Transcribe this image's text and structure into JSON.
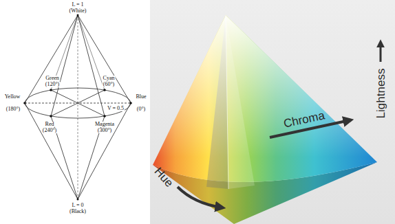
{
  "diagram": {
    "labels": [
      "L = 1",
      "(White)",
      "Green",
      "(120°)",
      "Cyan",
      "(60°)",
      "Yellow",
      "(180°)",
      "V = 0.5",
      "Blue",
      "(0°)",
      "Red",
      "(240°)",
      "Magenta",
      "(300°)",
      "L = 0",
      "(Black)",
      "Hue",
      "Chroma",
      "Lightness"
    ]
  }
}
